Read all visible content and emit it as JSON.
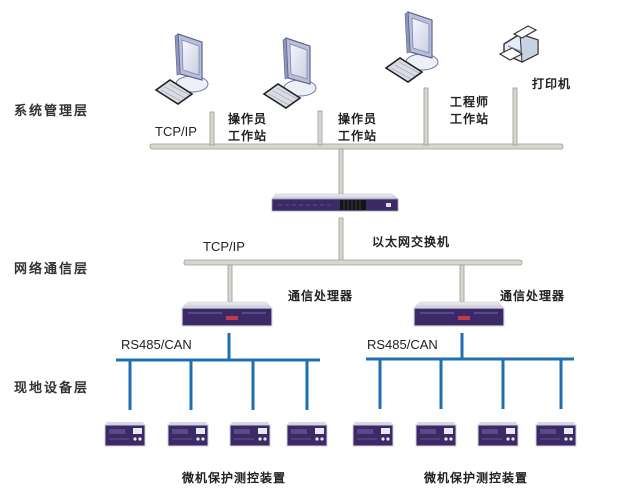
{
  "layers": {
    "management": "系统管理层",
    "network": "网络通信层",
    "field": "现地设备层"
  },
  "protocols": {
    "top_bus": "TCP/IP",
    "middle_bus": "TCP/IP",
    "left_field_bus": "RS485/CAN",
    "right_field_bus": "RS485/CAN"
  },
  "nodes": {
    "operator_ws_1": {
      "line1": "操作员",
      "line2": "工作站"
    },
    "operator_ws_2": {
      "line1": "操作员",
      "line2": "工作站"
    },
    "engineer_ws": {
      "line1": "工程师",
      "line2": "工作站"
    },
    "printer": "打印机",
    "switch": "以太网交换机",
    "comm_proc_left": "通信处理器",
    "comm_proc_right": "通信处理器",
    "protection_left": "微机保护测控装置",
    "protection_right": "微机保护测控装置"
  },
  "icons": {
    "workstation": "computer-monitor-keyboard",
    "printer": "printer",
    "switch": "rack-switch",
    "comm_processor": "rack-device",
    "protection_device": "relay-device"
  },
  "colors": {
    "ethernet_bus": "#d6d8cf",
    "ethernet_bus_edge": "#9a9c94",
    "field_bus": "#1f6fb3",
    "device_purple": "#3b2a66",
    "device_chassis": "#e3e3ec"
  },
  "field_devices_per_bus": 4
}
